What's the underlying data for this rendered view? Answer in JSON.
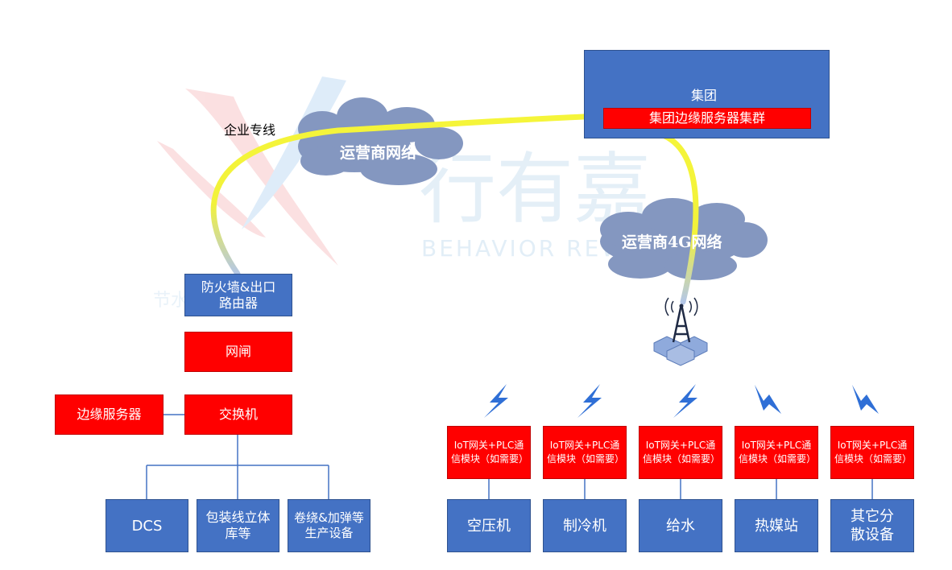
{
  "group": {
    "title": "集团",
    "cluster": "集团边缘服务器集群"
  },
  "links": {
    "dedicated_line": "企业专线"
  },
  "clouds": {
    "carrier": "运营商网络",
    "carrier_4g": "运营商4G网络"
  },
  "left": {
    "firewall": "防火墙&出口路由器",
    "gatekeeper": "网闸",
    "switch": "交换机",
    "edge_server": "边缘服务器",
    "devices": [
      "DCS",
      "包装线立体库等",
      "卷绕&加弹等生产设备"
    ]
  },
  "right": {
    "gateways": [
      "IoT网关+PLC通信模块（如需要）",
      "IoT网关+PLC通信模块（如需要）",
      "IoT网关+PLC通信模块（如需要）",
      "IoT网关+PLC通信模块（如需要）",
      "IoT网关+PLC通信模块（如需要）"
    ],
    "equipment": [
      "空压机",
      "制冷机",
      "给水",
      "热媒站",
      "其它分散设备"
    ]
  },
  "watermark": {
    "brand": "行有嘉",
    "brand_en": "BEHAVIOR REWARD",
    "small": "节水行有嘉"
  },
  "colors": {
    "blue": "#4472c4",
    "red": "#ff0000",
    "cloud": "#8497c0",
    "link": "#f2f23a",
    "wireless": "#2f6fd6"
  },
  "icons": {
    "tower": "radio-tower-icon",
    "wireless": "lightning-bolt-icon"
  }
}
